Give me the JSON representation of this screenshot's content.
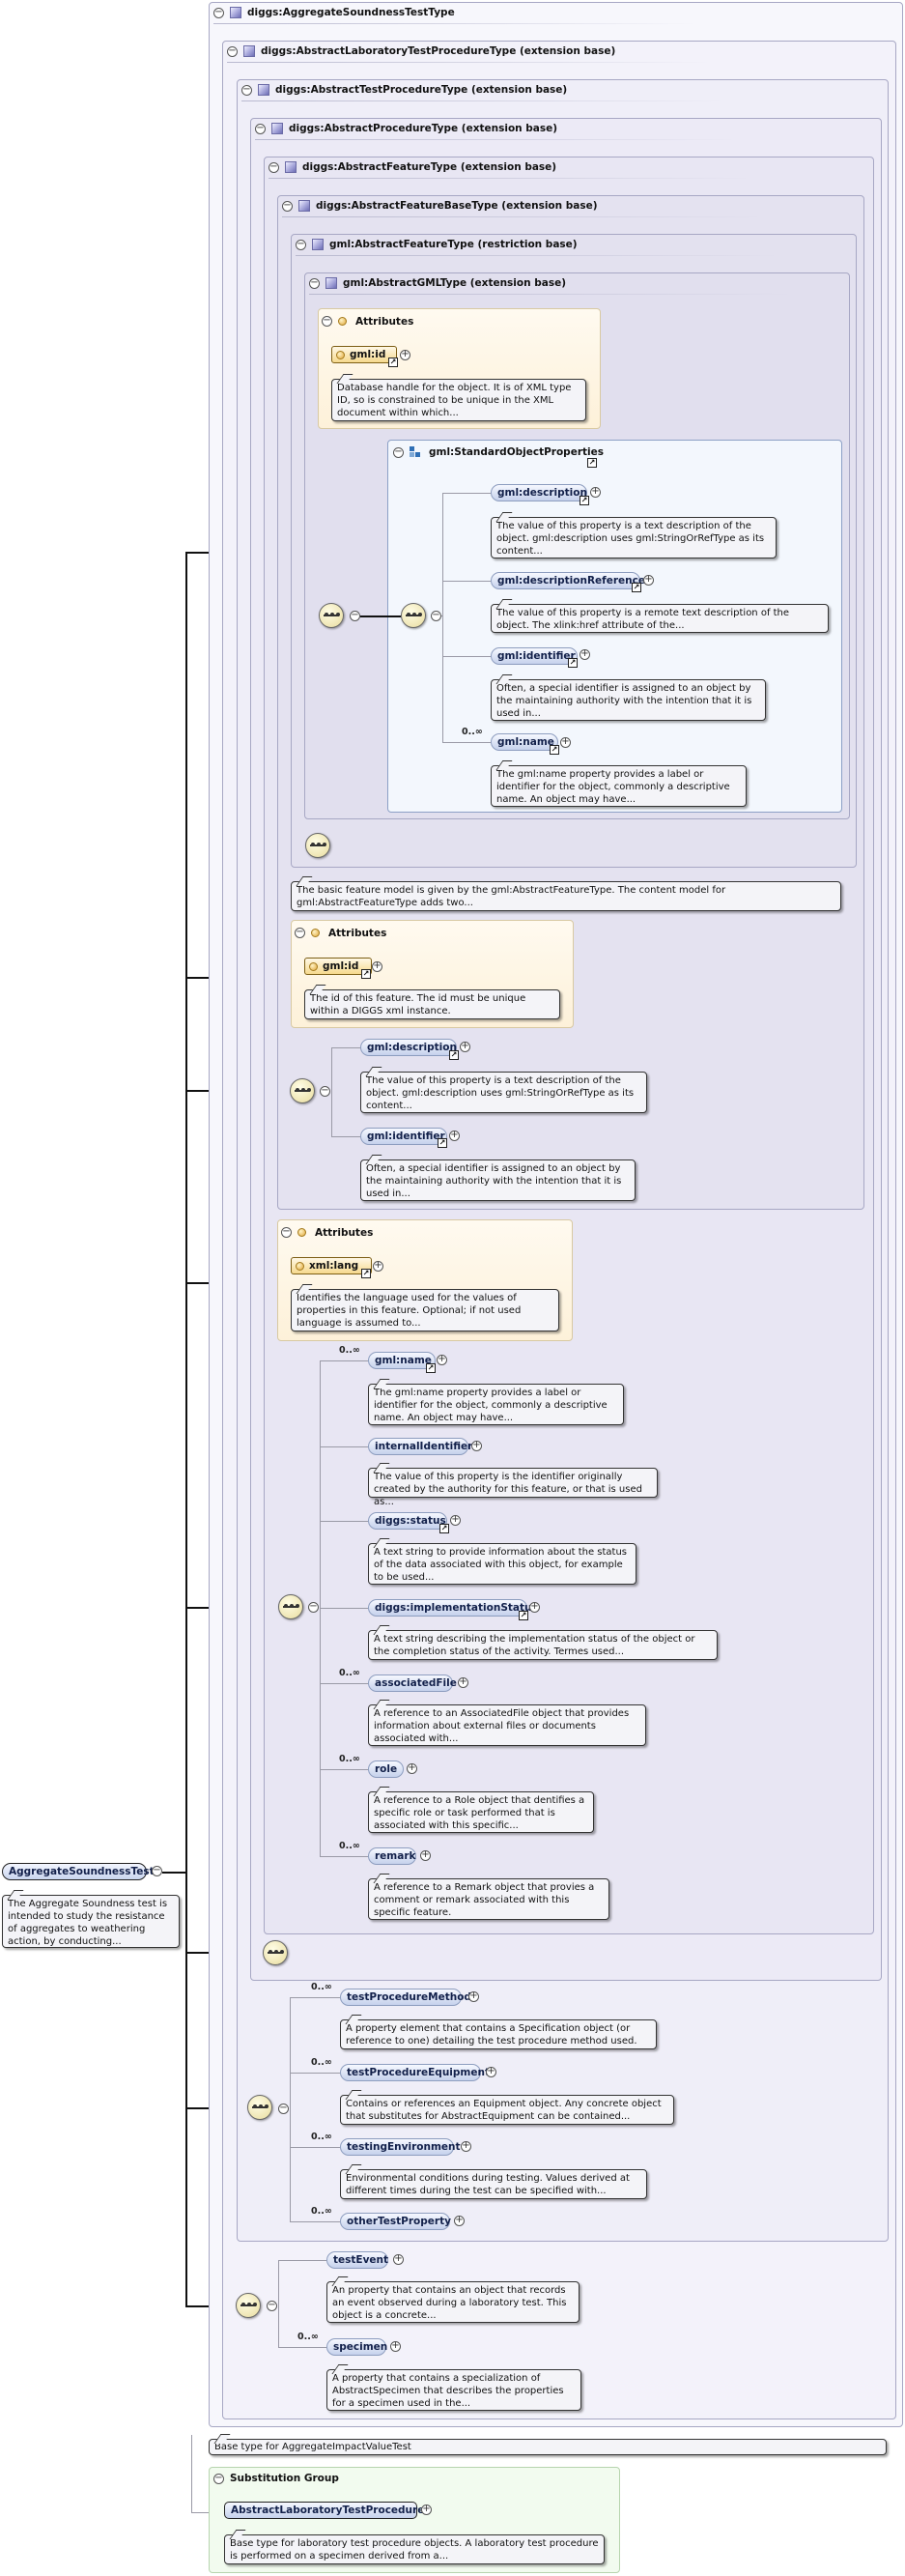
{
  "root": {
    "name": "AggregateSoundnessTest",
    "doc": "The Aggregate Soundness test is intended to study the resistance of aggregates to weathering action, by conducting..."
  },
  "boxes": {
    "b0": "diggs:AggregateSoundnessTestType",
    "b1": "diggs:AbstractLaboratoryTestProcedureType (extension base)",
    "b2": "diggs:AbstractTestProcedureType (extension base)",
    "b3": "diggs:AbstractProcedureType (extension base)",
    "b4": "diggs:AbstractFeatureType (extension base)",
    "b5": "diggs:AbstractFeatureBaseType (extension base)",
    "b6": "gml:AbstractFeatureType (restriction base)",
    "b7": "gml:AbstractGMLType (extension base)"
  },
  "attr_label": "Attributes",
  "gml_attrs": {
    "name": "gml:id",
    "doc": "Database handle for the object. It is of XML type ID, so is constrained to be unique in the XML document within which..."
  },
  "sop": {
    "title": "gml:StandardObjectProperties",
    "items": [
      {
        "name": "gml:description",
        "doc": "The value of this property is a text description of the object. gml:description uses gml:StringOrRefType as its content..."
      },
      {
        "name": "gml:descriptionReference",
        "doc": "The value of this property is a remote text description of the object. The xlink:href attribute of the..."
      },
      {
        "name": "gml:identifier",
        "doc": "Often, a special identifier is assigned to an object by the maintaining authority with the intention that it is used in..."
      },
      {
        "name": "gml:name",
        "occurs": "0..∞",
        "doc": "The gml:name property provides a label or identifier for the object, commonly a descriptive name. An object may have..."
      }
    ]
  },
  "feature_base_doc": "The basic feature model is given by the gml:AbstractFeatureType. The content model for gml:AbstractFeatureType adds two...",
  "fb_attrs": {
    "name": "gml:id",
    "doc": "The id of this feature. The id must be unique within a DIGGS xml instance."
  },
  "fb_seq": [
    {
      "name": "gml:description",
      "doc": "The value of this property is a text description of the object. gml:description uses gml:StringOrRefType as its content..."
    },
    {
      "name": "gml:identifier",
      "doc": "Often, a special identifier is assigned to an object by the maintaining authority with the intention that it is used in..."
    }
  ],
  "f_attrs": {
    "name": "xml:lang",
    "doc": "Identifies the language used for the values of properties in this feature. Optional; if not used language is assumed to..."
  },
  "f_seq": [
    {
      "name": "gml:name",
      "occurs": "0..∞",
      "doc": "The gml:name property provides a label or identifier for the object, commonly a descriptive name. An object may have..."
    },
    {
      "name": "internalIdentifier",
      "doc": "The value of this property is the identifier originally created by the authority for this feature, or that is used as..."
    },
    {
      "name": "diggs:status",
      "doc": "A text string to provide information about the status of the data associated with this object, for example to be used..."
    },
    {
      "name": "diggs:implementationStatus",
      "doc": "A text string describing the implementation status of the object or the completion status of the activity. Termes used..."
    },
    {
      "name": "associatedFile",
      "occurs": "0..∞",
      "doc": "A reference to an AssociatedFile object that provides information about external files or documents associated with..."
    },
    {
      "name": "role",
      "occurs": "0..∞",
      "doc": "A reference to a Role object that dentifies a specific role or task performed that is associated with this specific..."
    },
    {
      "name": "remark",
      "occurs": "0..∞",
      "doc": "A reference to a Remark object that provies a comment or remark associated with this specific feature."
    }
  ],
  "tp_seq": [
    {
      "name": "testProcedureMethod",
      "occurs": "0..∞",
      "doc": "A property element that contains a Specification object (or reference to one) detailing the test procedure method used."
    },
    {
      "name": "testProcedureEquipment",
      "occurs": "0..∞",
      "doc": "Contains or references an Equipment object. Any concrete object that substitutes for AbstractEquipment can be contained..."
    },
    {
      "name": "testingEnvironment",
      "occurs": "0..∞",
      "doc": "Environmental conditions during testing. Values derived at different times during the test can be specified with..."
    },
    {
      "name": "otherTestProperty",
      "occurs": "0..∞"
    }
  ],
  "lt_seq": [
    {
      "name": "testEvent",
      "doc": "An property that contains an object that records an event observed during a laboratory test. This object is a concrete..."
    },
    {
      "name": "specimen",
      "occurs": "0..∞",
      "doc": "A property that contains a specialization of AbstractSpecimen that describes the properties for a specimen used in the..."
    }
  ],
  "base_doc": "Base type for AggregateImpactValueTest",
  "subst": {
    "title": "Substitution Group",
    "name": "AbstractLaboratoryTestProcedure",
    "doc": "Base type for laboratory test procedure objects. A laboratory test procedure is performed on a specimen derived from a..."
  },
  "colors": {
    "box_bg": "#eeedf8",
    "attr_bg": "#fdf4e0",
    "pill": "#c5d1ec",
    "subst_bg": "#f2fbef"
  },
  "icons": [
    "collapse-toggle-icon",
    "complex-type-icon",
    "sequence-icon",
    "attribute-icon",
    "reference-link-icon",
    "attribute-group-icon"
  ]
}
